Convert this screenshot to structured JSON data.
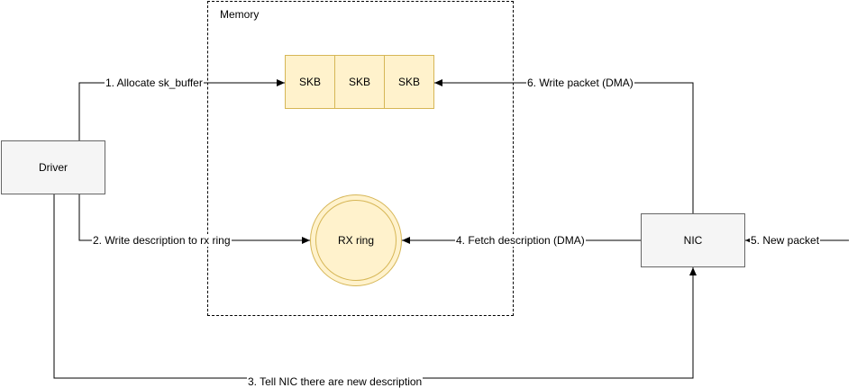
{
  "memory": {
    "title": "Memory"
  },
  "nodes": {
    "driver": "Driver",
    "nic": "NIC",
    "skb": [
      "SKB",
      "SKB",
      "SKB"
    ],
    "rx_ring": "RX ring"
  },
  "edges": {
    "allocate": "1. Allocate sk_buffer",
    "write_desc": "2. Write description to rx ring",
    "tell_nic": "3. Tell NIC there are new description",
    "fetch_desc": "4. Fetch description (DMA)",
    "new_packet": "5. New packet",
    "write_packet": "6. Write packet (DMA)"
  },
  "colors": {
    "skb_fill": "#fff2cc",
    "skb_stroke": "#d6b656",
    "node_fill": "#f5f5f5",
    "node_stroke": "#666666"
  }
}
